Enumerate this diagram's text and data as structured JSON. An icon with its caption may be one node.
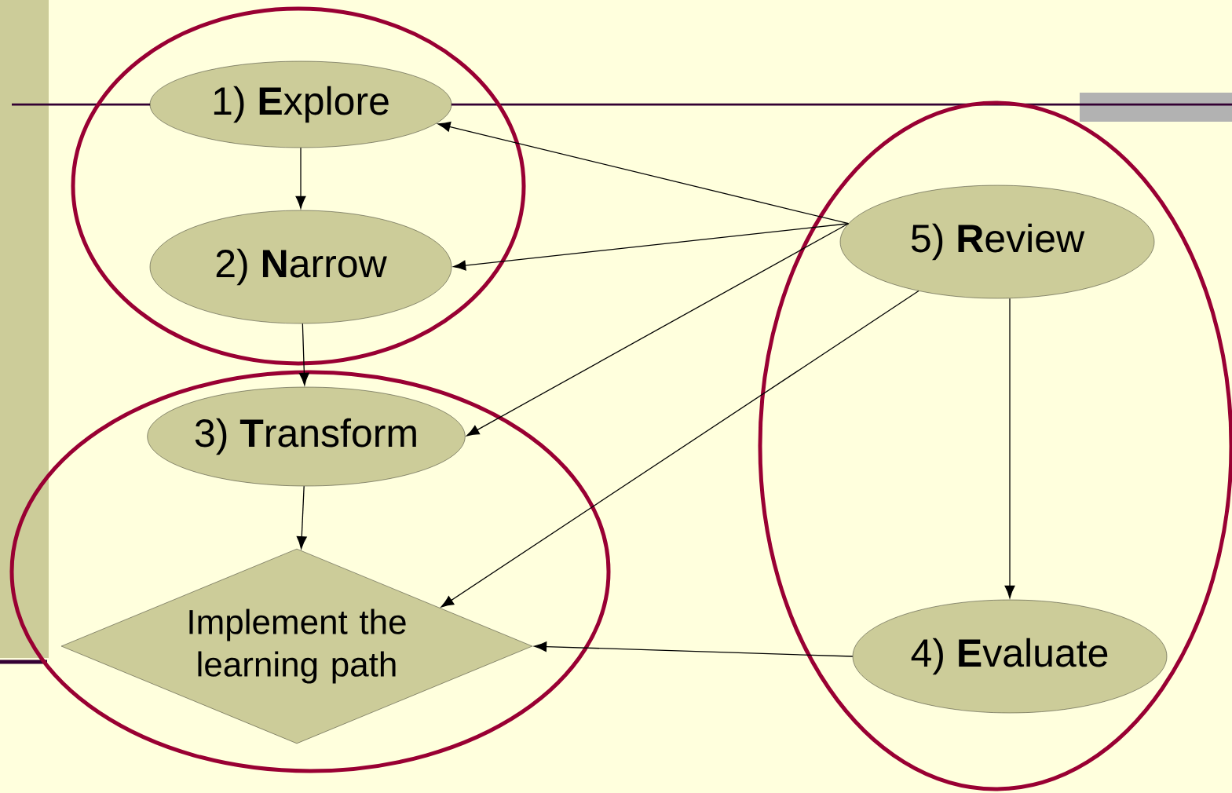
{
  "diagram": {
    "nodes": [
      {
        "text": [],
        "shape": "ellipse"
      },
      {
        "text": [
          "1) **E**xplore"
        ],
        "in": 0
      },
      {
        "text": [
          "2) **N**arrow"
        ],
        "in": 0
      },
      {
        "text": [],
        "shape": "ellipse"
      },
      {
        "text": [
          "3) **T**ransform"
        ],
        "in": 3
      },
      {
        "text": [
          "Implement the learning path"
        ],
        "in": 3
      },
      {
        "text": [],
        "shape": "ellipse"
      },
      {
        "text": [
          "5) **R**eview"
        ],
        "in": 6
      },
      {
        "text": [
          "4) **E**valuate"
        ],
        "in": 6
      }
    ],
    "edges": [
      {
        "from": 1,
        "to": 2,
        "arrow": "to"
      },
      {
        "from": 2,
        "to": 4,
        "arrow": "to"
      },
      {
        "from": 4,
        "to": 5,
        "arrow": "to"
      },
      {
        "from": 7,
        "to": 1,
        "arrow": "to"
      },
      {
        "from": 7,
        "to": 2,
        "arrow": "to"
      },
      {
        "from": 7,
        "to": 4,
        "arrow": "to"
      },
      {
        "from": 7,
        "to": 5,
        "arrow": "to"
      },
      {
        "from": 7,
        "to": 8,
        "arrow": "to"
      },
      {
        "from": 8,
        "to": 5,
        "arrow": "to"
      }
    ]
  }
}
